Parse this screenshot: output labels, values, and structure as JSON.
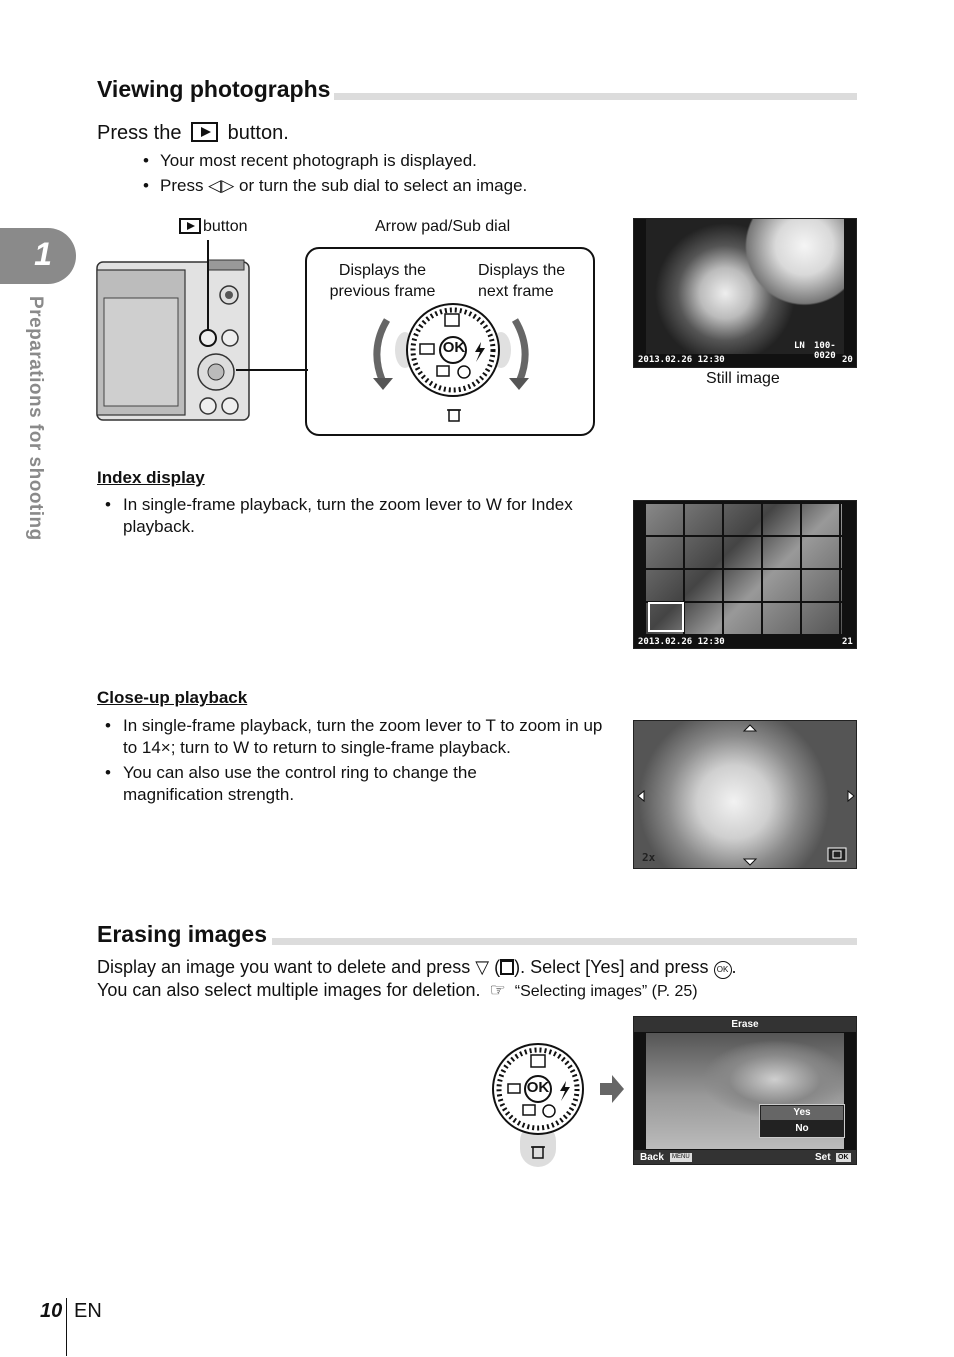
{
  "chapter": {
    "number": "1",
    "title": "Preparations for shooting"
  },
  "viewing": {
    "heading": "Viewing photographs",
    "press_prefix": "Press the",
    "press_suffix": "button.",
    "bullets": [
      "Your most recent photograph is displayed.",
      "Press ◁▷ or turn the sub dial to select an image."
    ],
    "callouts": {
      "button_label": "button",
      "arrow_pad": "Arrow pad/Sub dial",
      "prev": "Displays the previous frame",
      "next": "Displays the next frame"
    },
    "still_caption": "Still image",
    "screen1": {
      "date": "2013.02.26 12:30",
      "ln": "LN",
      "file": "100-0020",
      "count": "20"
    }
  },
  "index_display": {
    "heading": "Index display",
    "bullet": "In single-frame playback, turn the zoom lever to W for Index playback.",
    "screen": {
      "date": "2013.02.26 12:30",
      "count": "21"
    }
  },
  "closeup": {
    "heading": "Close-up playback",
    "bullets": [
      "In single-frame playback, turn the zoom lever to T to zoom in up to 14×; turn to W to return to single-frame playback.",
      "You can also use the control ring to change the magnification strength."
    ],
    "screen": {
      "zoom": "2x"
    }
  },
  "erasing": {
    "heading": "Erasing images",
    "line1_a": "Display an image you want to delete and press",
    "line1_b": "). Select [Yes] and press",
    "line2": "You can also select multiple images for deletion.",
    "ref": "“Selecting images” (P. 25)",
    "screen": {
      "title": "Erase",
      "yes": "Yes",
      "no": "No",
      "back": "Back",
      "set": "Set",
      "menu_badge": "MENU",
      "ok_badge": "OK"
    }
  },
  "dial": {
    "ok": "OK"
  },
  "footer": {
    "page": "10",
    "lang": "EN"
  }
}
